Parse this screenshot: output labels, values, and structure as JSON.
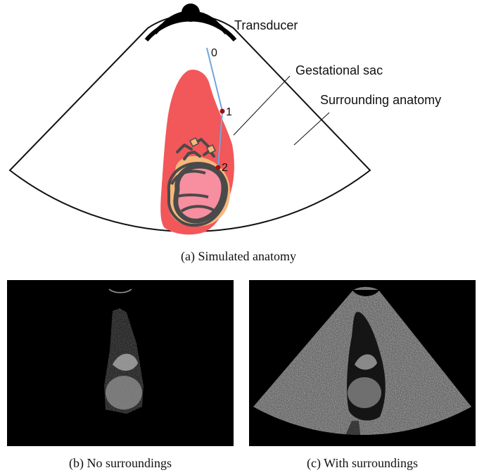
{
  "figure_a": {
    "labels": {
      "transducer": "Transducer",
      "gestational_sac": "Gestational sac",
      "surrounding_anatomy": "Surrounding anatomy"
    },
    "path_points": [
      "0",
      "1",
      "2"
    ],
    "colors": {
      "sac": "#f2575a",
      "fluid": "#f6b87a",
      "fetus_outline": "#4a4a4a",
      "head": "#f78fa0",
      "path": "#6fa8dc",
      "marker": "#a40e0e"
    }
  },
  "captions": {
    "a": "(a) Simulated anatomy",
    "b": "(b) No surroundings",
    "c": "(c) With surroundings"
  }
}
